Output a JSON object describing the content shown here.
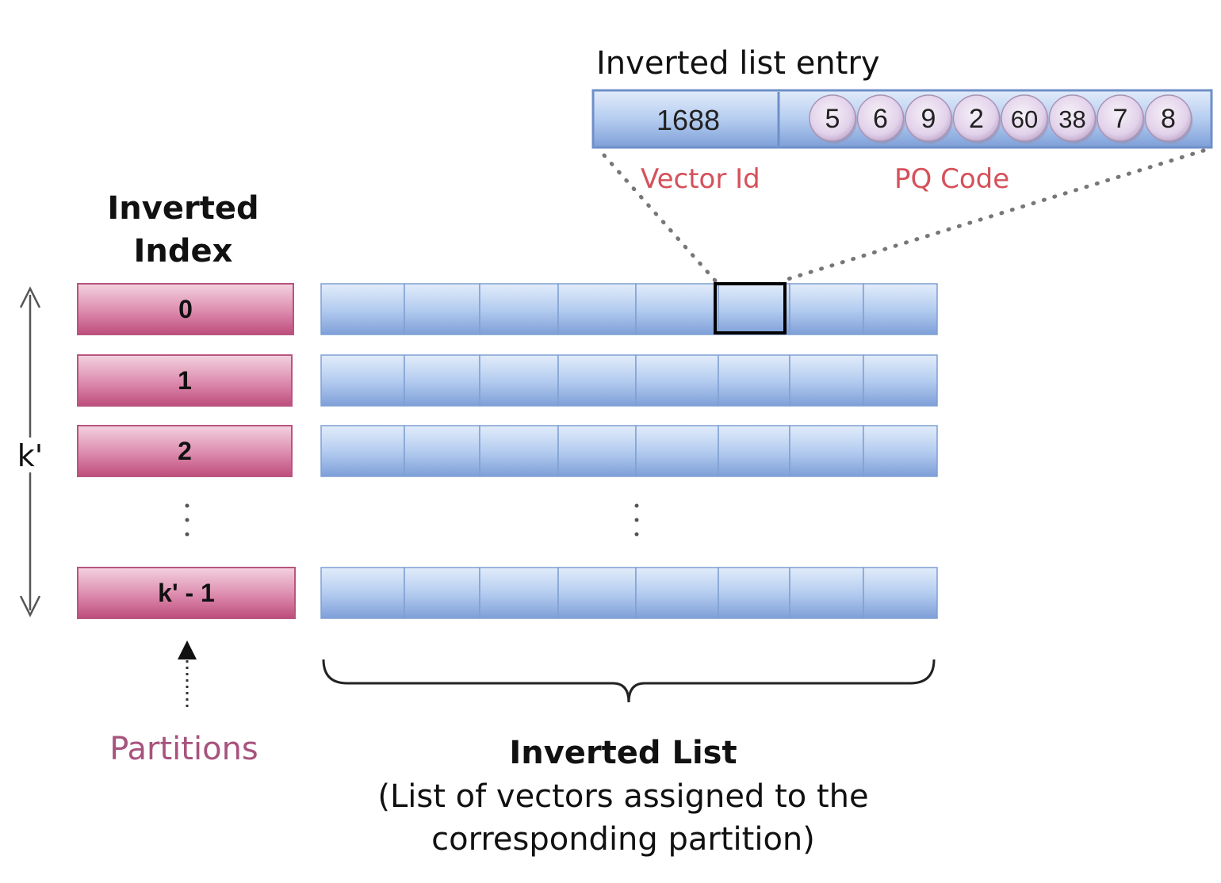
{
  "entry": {
    "title": "Inverted list entry",
    "vector_id": "1688",
    "pq_code": [
      "5",
      "6",
      "9",
      "2",
      "60",
      "38",
      "7",
      "8"
    ],
    "vector_id_label": "Vector Id",
    "pq_code_label": "PQ Code"
  },
  "index": {
    "title_line1": "Inverted",
    "title_line2": "Index",
    "partitions": [
      "0",
      "1",
      "2",
      "k' - 1"
    ],
    "size_label": "k'",
    "partitions_label": "Partitions"
  },
  "inverted_list": {
    "title": "Inverted List",
    "caption_line1": "(List of vectors assigned to the",
    "caption_line2": "corresponding partition)",
    "cells_per_row": 8,
    "highlighted_row": 0,
    "highlighted_cell": 5
  },
  "colors": {
    "index_box": "#c65a85",
    "list_cell": "#8fb2e6",
    "code_circle": "#e3d4ea",
    "label_red": "#d5515a",
    "label_partitions": "#a7537d",
    "highlight_border": "#000000"
  }
}
